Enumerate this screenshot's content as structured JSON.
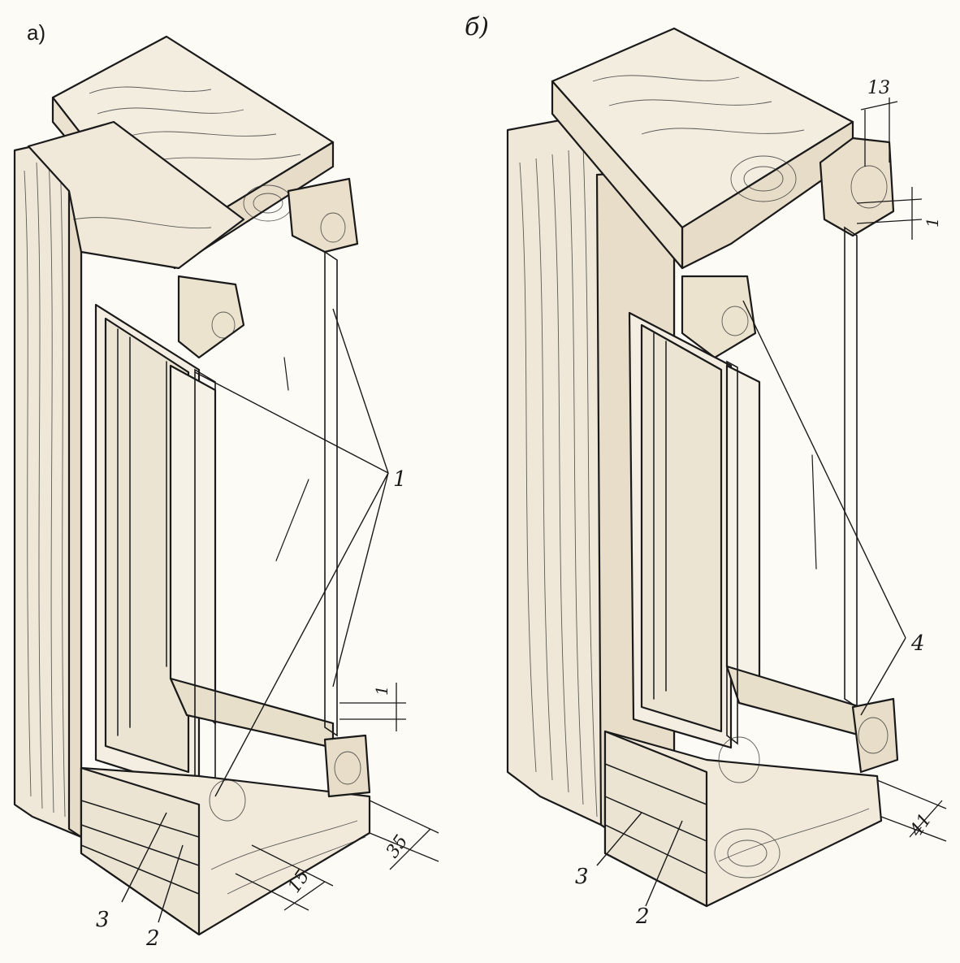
{
  "panels": [
    {
      "id": "a",
      "letter": "a)",
      "callouts": {
        "glass_panes": "1",
        "seal": "2",
        "sash": "3"
      },
      "dimensions": {
        "gap_top": "1",
        "depth_right": "35",
        "depth_bottom": "15"
      }
    },
    {
      "id": "b",
      "letter": "б)",
      "callouts": {
        "glass": "4",
        "seal": "2",
        "sash": "3"
      },
      "dimensions": {
        "top_width": "13",
        "gap_top": "1",
        "depth_right": "41"
      }
    }
  ],
  "colors": {
    "ink": "#1a1a1a",
    "paper": "#fdfbf6",
    "wood_light": "#f3ede0",
    "wood_dark": "#e6dcc8"
  }
}
